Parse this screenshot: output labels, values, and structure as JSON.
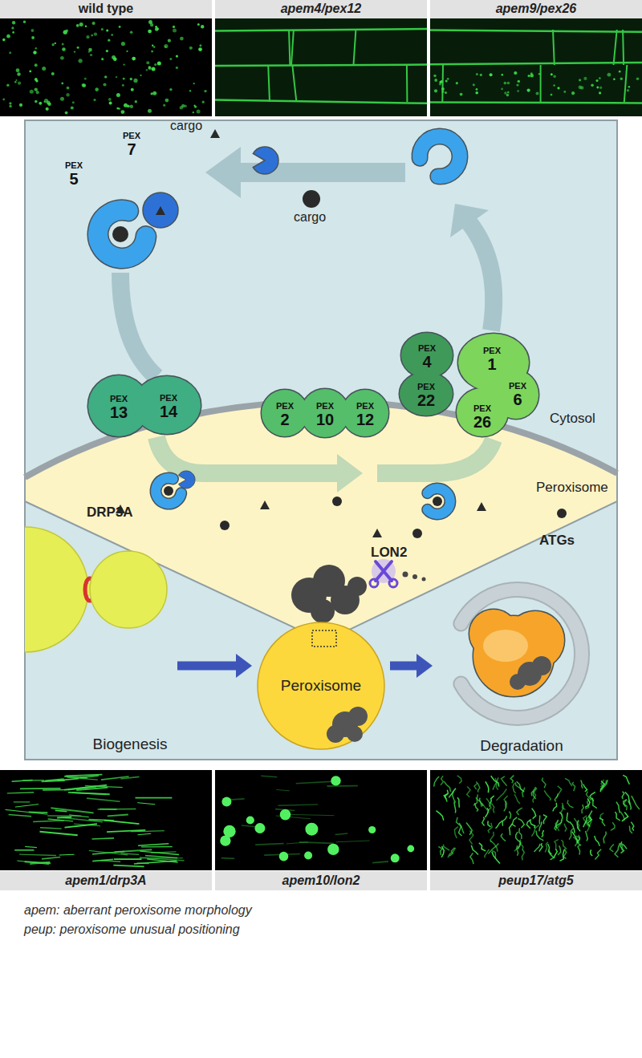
{
  "diagram": {
    "nodes": [
      {
        "text": [
          "wild type"
        ]
      },
      {
        "text": [
          "apem4/pex12"
        ]
      },
      {
        "text": [
          "apem9/pex26"
        ]
      },
      {
        "text": [
          "PEX 5"
        ]
      },
      {
        "text": [
          "PEX 7"
        ]
      },
      {
        "text": [
          "PEX 13",
          "PEX 14"
        ]
      },
      {
        "text": [
          "PEX 2",
          "PEX 10",
          "PEX 12"
        ]
      },
      {
        "text": [
          "PEX 4",
          "PEX 22"
        ]
      },
      {
        "text": [
          "PEX 1",
          "PEX 6",
          "PEX 26"
        ]
      },
      {
        "text": [
          "Biogenesis"
        ]
      },
      {
        "text": [
          "Peroxisome"
        ]
      },
      {
        "text": [
          "Degradation"
        ]
      },
      {
        "text": [
          "apem1/drp3A"
        ]
      },
      {
        "text": [
          "apem10/lon2"
        ]
      },
      {
        "text": [
          "peup17/atg5"
        ]
      }
    ],
    "edges": [
      {
        "from": 9,
        "to": 10,
        "arrow": "to"
      },
      {
        "from": 10,
        "to": 11,
        "arrow": "to"
      }
    ],
    "labels": [
      "cargo",
      "cargo",
      "Cytosol",
      "Peroxisome",
      "LON2",
      "DRP3A",
      "ATGs",
      "apem: aberrant peroxisome morphology",
      "peup: peroxisome unusual positioning"
    ]
  }
}
